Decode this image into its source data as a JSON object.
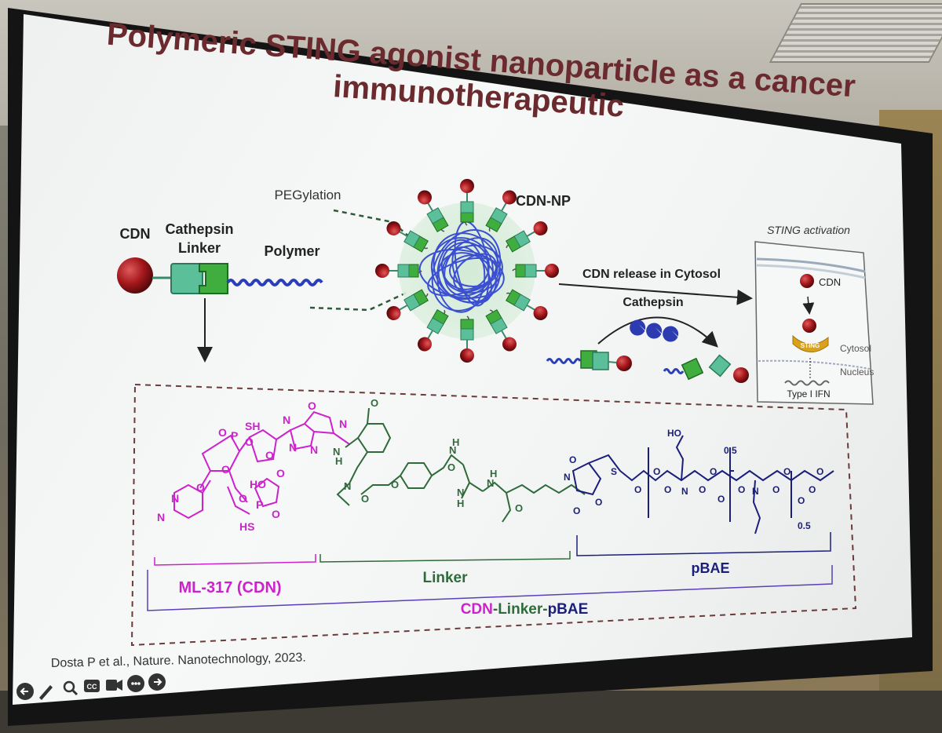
{
  "slide": {
    "title_line1": "Polymeric STING agonist nanoparticle as a cancer",
    "title_line2": "immunotherapeutic"
  },
  "construct": {
    "cdn_label": "CDN",
    "cathepsin_label_line1": "Cathepsin",
    "cathepsin_label_line2": "Linker",
    "polymer_label": "Polymer"
  },
  "nanoparticle": {
    "pegylation_label": "PEGylation",
    "np_label": "CDN-NP"
  },
  "release": {
    "arrow_label": "CDN release in Cytosol",
    "enzyme_label": "Cathepsin"
  },
  "sting_panel": {
    "title": "STING activation",
    "cdn_label": "CDN",
    "sting_label": "STING",
    "cytosol_label": "Cytosol",
    "nucleus_label": "Nucleus",
    "ifn_label": "Type I IFN"
  },
  "chemistry": {
    "atoms": {
      "sh1": "SH",
      "p1": "P",
      "o_a": "O",
      "o_b": "O",
      "o_c": "O",
      "o_d": "O",
      "n_purine1": "N",
      "n_purine2": "N",
      "n_purine3": "N",
      "n_purine4": "N",
      "o_carbonyl": "O",
      "nh_amide": "N",
      "h_amide": "H",
      "o_ring": "O",
      "ho_sugar": "HO",
      "o_bridge": "O",
      "o_bridge2": "O",
      "p2": "P",
      "hs2": "HS",
      "o_p2": "O",
      "n_pyr1": "N",
      "n_pyr2": "N",
      "o_pyr": "O",
      "n_link": "N",
      "o_link1": "O",
      "o_link2": "O",
      "o_link3": "O",
      "nh1": "N",
      "h1": "H",
      "o_val": "O",
      "nh2": "N",
      "h2": "H",
      "nh3": "N",
      "h3": "H",
      "o_cap": "O",
      "n_mal": "N",
      "o_mal1": "O",
      "o_mal2": "O",
      "o_mal3": "O",
      "s_thio": "S",
      "ho_chain": "HO",
      "n_chain1": "N",
      "n_chain2": "N",
      "o_e1": "O",
      "o_e2": "O",
      "o_e3": "O",
      "o_e4": "O",
      "o_e5": "O",
      "o_e6": "O",
      "o_e7": "O",
      "o_e8": "O",
      "o_e9": "O",
      "o_e10": "O",
      "o_e11": "O",
      "o_e12": "O"
    },
    "subscript_top": "0.5",
    "subscript_bottom": "0.5",
    "segment_cdn": "ML-317 (CDN)",
    "segment_linker": "Linker",
    "segment_pbae": "pBAE",
    "full_name_part1": "CDN",
    "full_name_part2": "-Linker-",
    "full_name_part3": "pBAE"
  },
  "citation": "Dosta P et al., Nature. Nanotechnology, 2023.",
  "colors": {
    "title": "#6b2a2e",
    "magenta": "#cc22cc",
    "green": "#2f6b3a",
    "navy": "#1b1f7a",
    "purple": "#5a3fb8",
    "cdn_red": "#a3171b",
    "linker_teal": "#5bbf9a",
    "linker_green": "#3fae3f",
    "polymer_blue": "#2b3fb8",
    "dashed_box": "#6b3a3a"
  },
  "toolbar_icons": [
    "back-arrow-icon",
    "pen-icon",
    "zoom-icon",
    "captions-icon",
    "video-icon",
    "more-icon",
    "forward-arrow-icon"
  ]
}
